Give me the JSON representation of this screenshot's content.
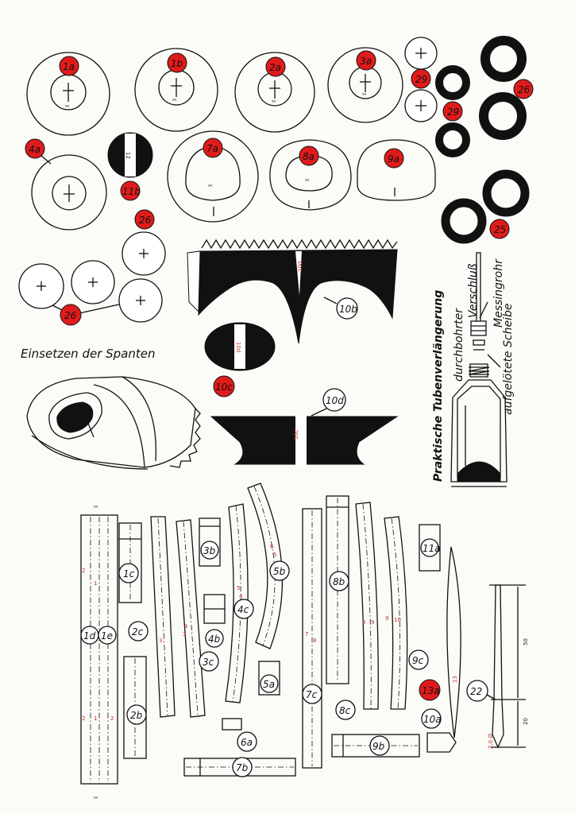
{
  "title": "Einsetzen der Spanten",
  "note": {
    "title": "Praktische Tubenverlängerung",
    "label_pierced_cap": "durchbohrter",
    "label_cap": "Verschluß",
    "label_tube": "Messingrohr",
    "label_disc": "aufgelötete Scheibe"
  },
  "bulkheads": {
    "p1a": "1a",
    "p1b": "1b",
    "p2a": "2a",
    "p3a": "3a",
    "p4a": "4a",
    "p7a": "7a",
    "p8a": "8a",
    "p9a": "9a",
    "p11b": "11b",
    "p11b_mark": "12"
  },
  "wheels": {
    "w29": "29",
    "w29b": "29",
    "w26_top": "26",
    "w25": "25",
    "w26_mid": "26",
    "w26_low": "26"
  },
  "black_parts": {
    "p10b": "10b",
    "p10d_mark": "10d",
    "p10c": "10c",
    "p10c_mark": "10d",
    "p10d": "10d",
    "p10c_strip": "10c"
  },
  "strips": {
    "p1c": "1c",
    "p1d": "1d",
    "p1e": "1e",
    "p2b": "2b",
    "p2c": "2c",
    "p3b": "3b",
    "p3c": "3c",
    "p4b": "4b",
    "p4c": "4c",
    "p5a": "5a",
    "p5b": "5b",
    "p6a": "6a",
    "p7b": "7b",
    "p7c": "7c",
    "p8b": "8b",
    "p8c": "8c",
    "p9b": "9b",
    "p9c": "9c",
    "p10a": "10a",
    "p11a": "11a",
    "p13a": "13a",
    "p13": "13",
    "p22": "22"
  },
  "strip_marks": {
    "m1": "1",
    "m2": "2",
    "m3": "3",
    "m4": "4",
    "m5": "5",
    "m6": "6",
    "m7": "7",
    "m8": "8",
    "m9": "9",
    "m10": "10"
  },
  "dimensions": {
    "d50": "50",
    "d20": "20",
    "dia": "2,0 Ø"
  }
}
